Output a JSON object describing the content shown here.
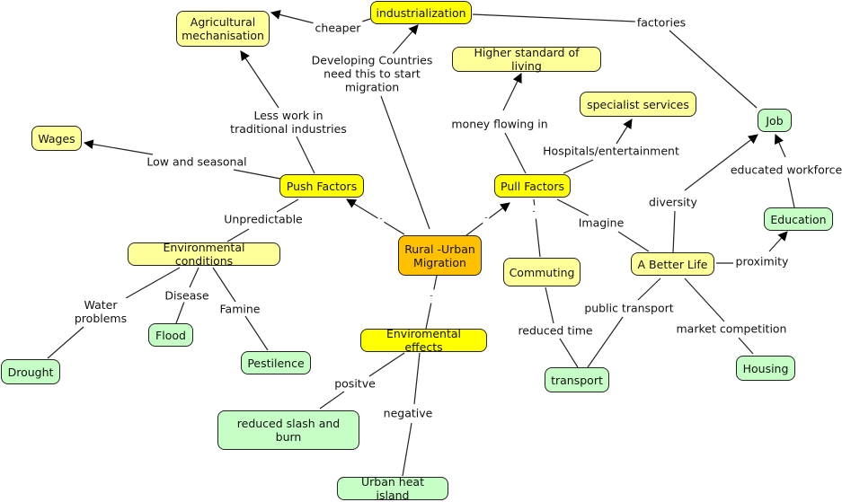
{
  "title": "Rural-Urban Migration concept map",
  "colors": {
    "central": "#ffc000",
    "primary": "#ffff00",
    "secondary": "#ffff99",
    "leaf": "#c6ffc6",
    "line": "#222222"
  },
  "nodes": {
    "rural_urban": "Rural -Urban Migration",
    "push": "Push Factors",
    "pull": "Pull Factors",
    "env_effects": "Enviromental effects",
    "industrialization": "industrialization",
    "agri": "Agricultural mechanisation",
    "wages": "Wages",
    "env_conditions": "Environmental conditions",
    "drought": "Drought",
    "flood": "Flood",
    "pestilence": "Pestilence",
    "higher_standard": "Higher standard of living",
    "specialist": "specialist services",
    "job": "Job",
    "education": "Education",
    "better_life": "A Better Life",
    "commuting": "Commuting",
    "transport": "transport",
    "housing": "Housing",
    "slash_burn": "reduced slash and burn",
    "heat_island": "Urban heat island"
  },
  "links": {
    "cheaper": "cheaper",
    "developing": "Developing Countries need this to start migration",
    "factories": "factories",
    "less_work": "Less work in traditional industries",
    "low_seasonal": "Low and seasonal",
    "unpredictable": "Unpredictable",
    "water": "Water problems",
    "disease": "Disease",
    "famine": "Famine",
    "money": "money flowing in",
    "hospitals": "Hospitals/entertainment",
    "imagine": "Imagine",
    "diversity": "diversity",
    "educated": "educated workforce",
    "proximity": "proximity",
    "public_transport": "public transport",
    "reduced_time": "reduced time",
    "market": "market competition",
    "positive": "positve",
    "negative": "negative",
    "dash": "-"
  }
}
